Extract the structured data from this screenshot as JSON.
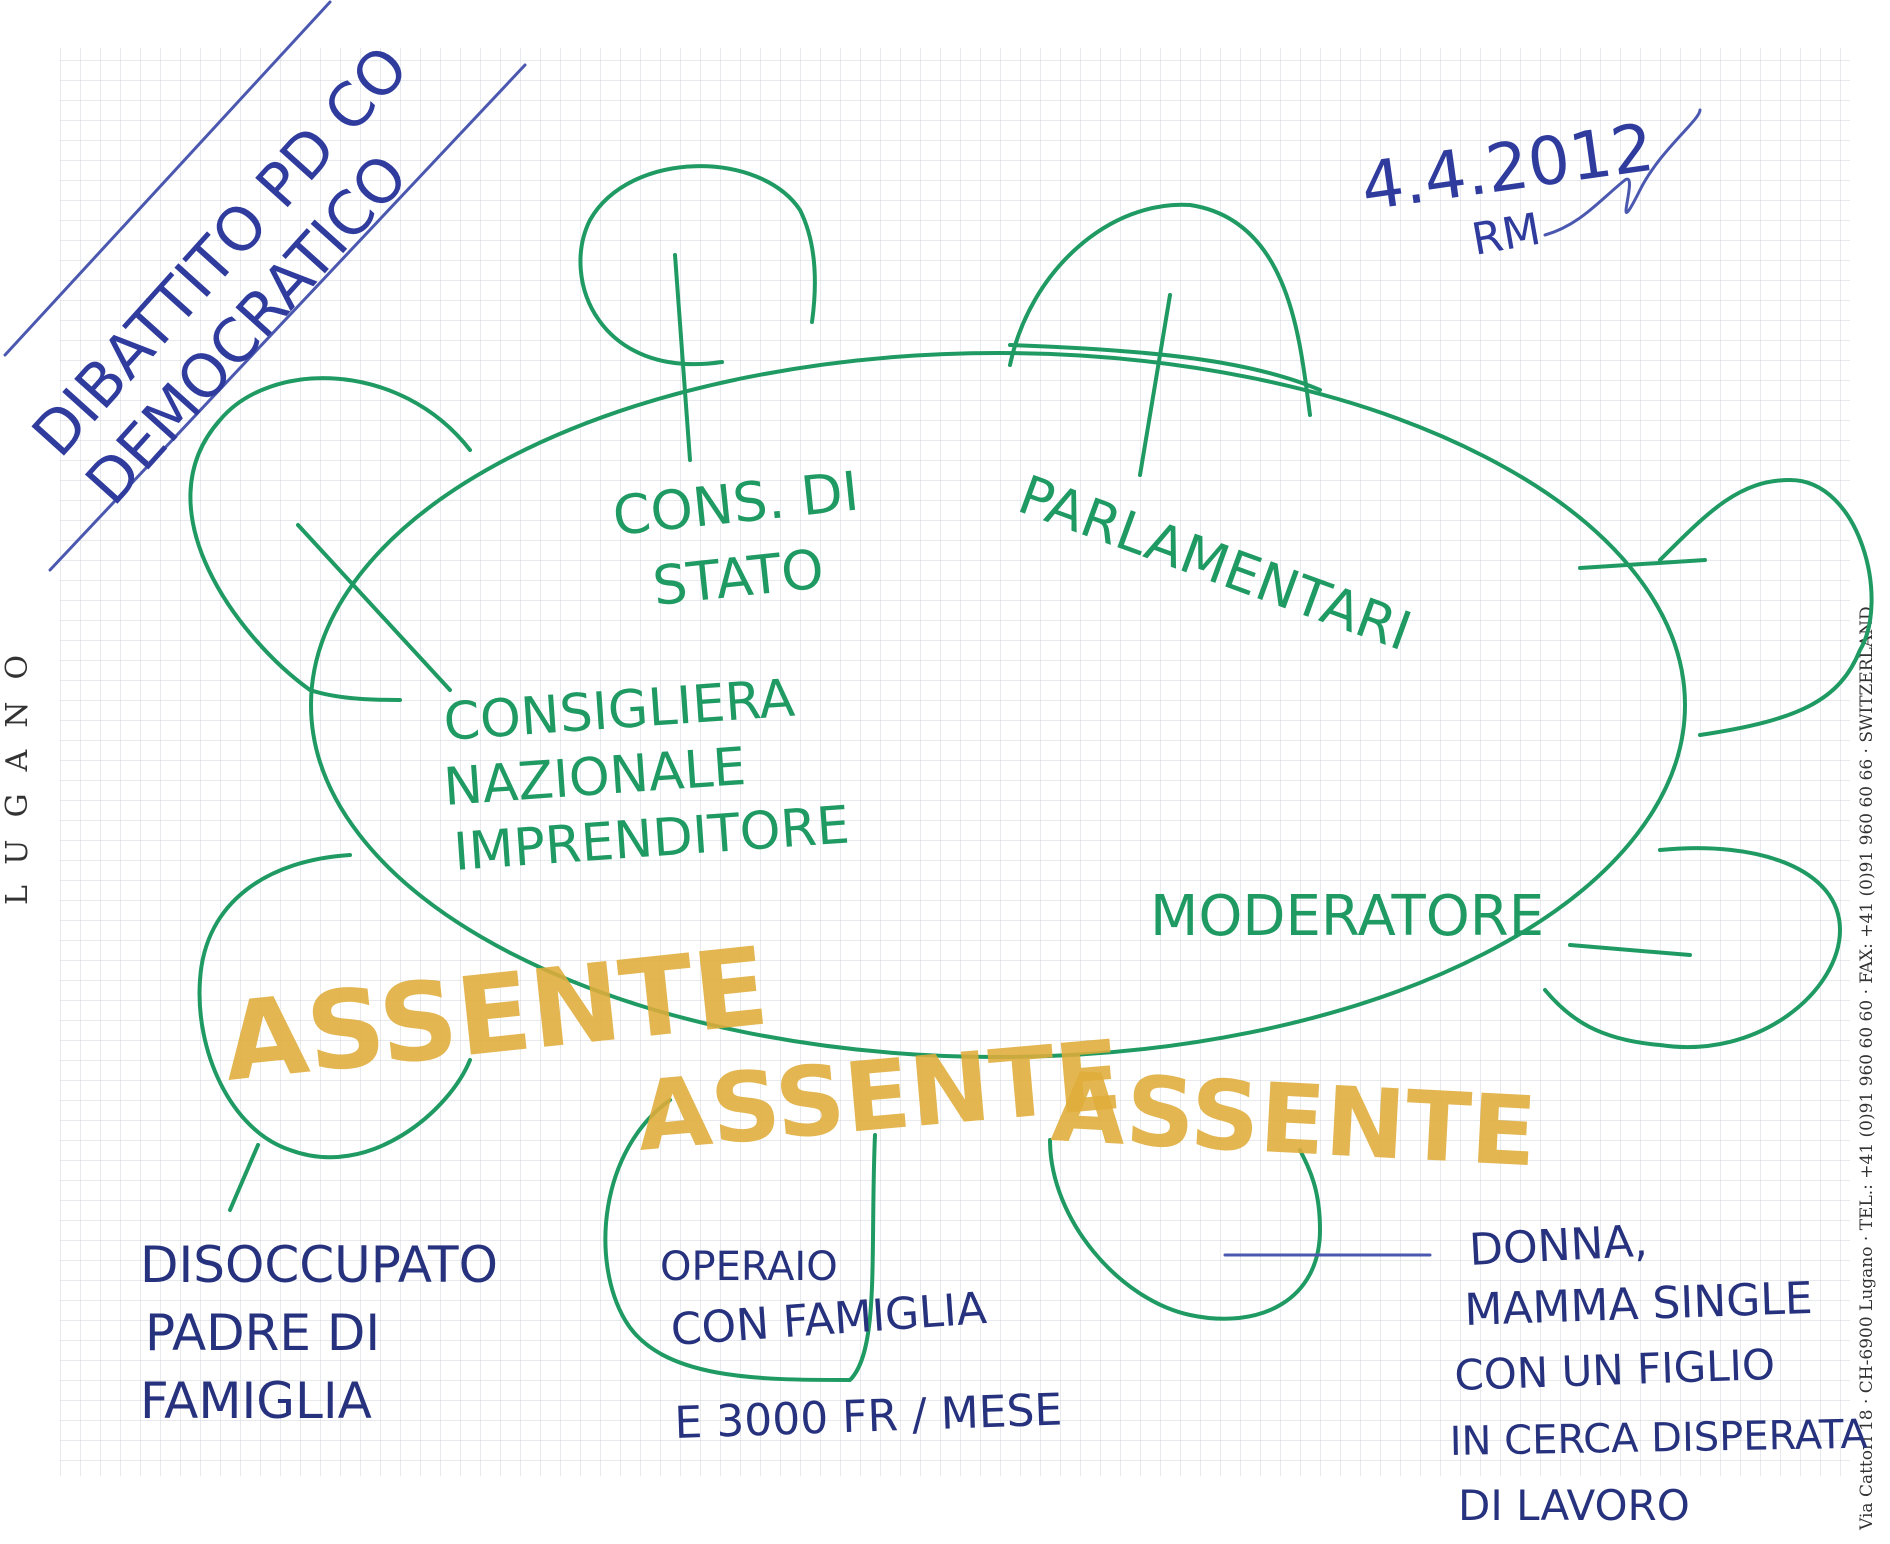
{
  "title": {
    "line1": "DIBATTITO PD CO",
    "line2": "DEMOCRATICO"
  },
  "date": "4.4.2012",
  "signature": "RM",
  "sidebar_left": "LUGANO",
  "sidebar_right": "Via Cattori 18 · CH-6900 Lugano · TEL.: +41 (0)91 960 60 60 · FAX: +41 (0)91 960 60 66 · SWITZERLAND",
  "seats": {
    "cons_stato": [
      "CONS. DI",
      "STATO"
    ],
    "parlamentari": "PARLAMENTARI",
    "consigliera": [
      "CONSIGLIERA",
      "NAZIONALE",
      "IMPRENDITORE"
    ],
    "moderatore": "MODERATORE",
    "assente_1": "ASSENTE",
    "assente_2": "ASSENTE",
    "assente_3": "ASSENTE"
  },
  "notes": {
    "disoccupato": [
      "DISOCCUPATO",
      "PADRE DI",
      "FAMIGLIA"
    ],
    "operaio": [
      "OPERAIO",
      "CON FAMIGLIA",
      "E 3000 FR / MESE"
    ],
    "donna": [
      "DONNA,",
      "MAMMA SINGLE",
      "CON UN FIGLIO",
      "IN CERCA DISPERATA",
      "DI LAVORO"
    ]
  },
  "colors": {
    "grid": "#cfd3d8",
    "green_ink": "#1f9a63",
    "blue_ink": "#2f3c9e",
    "yellow_marker": "#e0ad3a"
  }
}
